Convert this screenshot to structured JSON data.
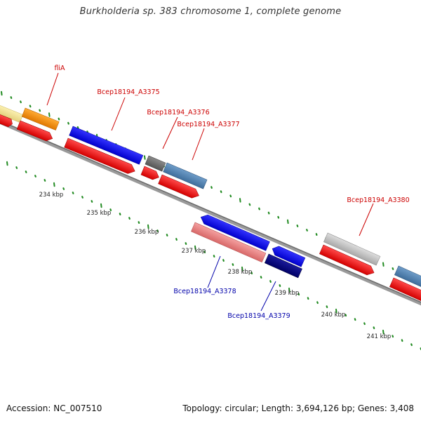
{
  "title": "Burkholderia sp. 383 chromosome 1, complete genome",
  "footer": {
    "accession": "Accession: NC_007510",
    "topology": "Topology: circular; Length: 3,694,126 bp; Genes: 3,408"
  },
  "colors": {
    "forward_label": "#cc0000",
    "reverse_label": "#0000aa",
    "backbone": "#7a7a7a",
    "ticks": "#228b22"
  },
  "scale_labels": [
    "234 kbp",
    "235 kbp",
    "236 kbp",
    "237 kbp",
    "238 kbp",
    "239 kbp",
    "240 kbp",
    "241 kbp"
  ],
  "gene_labels": {
    "fliA": "fliA",
    "a3375": "Bcep18194_A3375",
    "a3376": "Bcep18194_A3376",
    "a3377": "Bcep18194_A3377",
    "a3378": "Bcep18194_A3378",
    "a3379": "Bcep18194_A3379",
    "a3380": "Bcep18194_A3380"
  }
}
